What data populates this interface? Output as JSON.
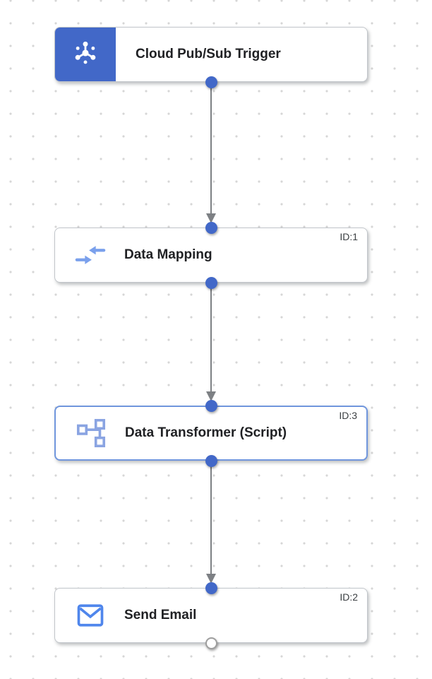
{
  "workflow": {
    "nodes": [
      {
        "label": "Cloud Pub/Sub Trigger",
        "type": "trigger",
        "icon": "pubsub-trigger-icon"
      },
      {
        "label": "Data Mapping",
        "id_label": "ID:1",
        "type": "task",
        "icon": "data-mapping-icon"
      },
      {
        "label": "Data Transformer (Script)",
        "id_label": "ID:3",
        "type": "task",
        "icon": "data-transformer-icon",
        "selected": true
      },
      {
        "label": "Send Email",
        "id_label": "ID:2",
        "type": "task",
        "icon": "send-email-icon"
      }
    ],
    "edges": [
      {
        "from": "Cloud Pub/Sub Trigger",
        "to": "Data Mapping"
      },
      {
        "from": "Data Mapping",
        "to": "Data Transformer (Script)"
      },
      {
        "from": "Data Transformer (Script)",
        "to": "Send Email"
      }
    ]
  },
  "colors": {
    "accent_blue": "#4268c8",
    "icon_blue": "#7aa0ec",
    "transformer_blue": "#8aa4e2",
    "email_blue": "#4f86ec",
    "selected_border": "#7096dd",
    "edge_gray": "#7d8084",
    "grid_dot": "#d6d6d6",
    "label_text": "#202124",
    "id_text": "#3c4043",
    "open_port_border": "#9e9e9e"
  }
}
